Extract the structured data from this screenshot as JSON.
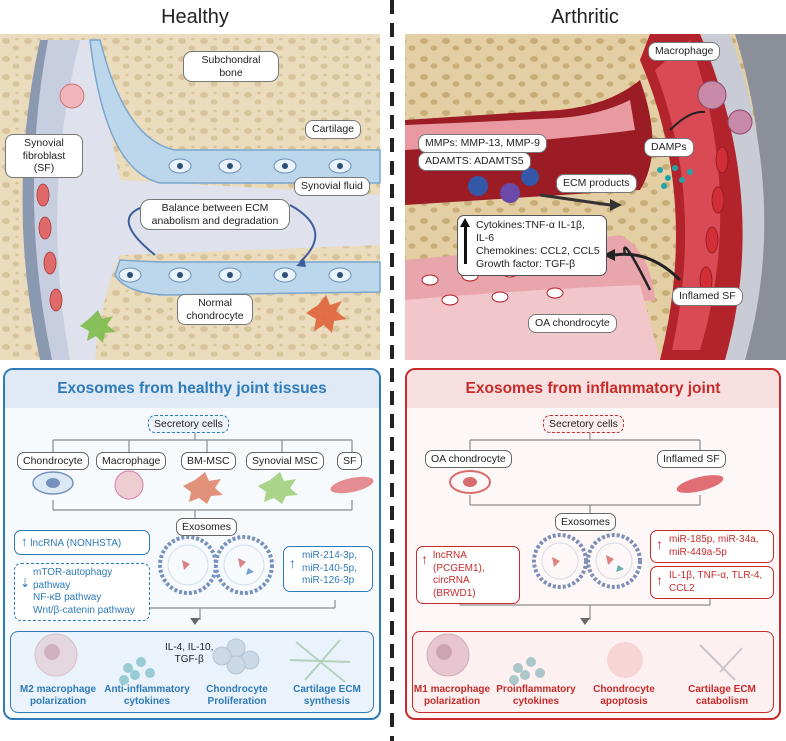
{
  "top": {
    "healthy_title": "Healthy",
    "arthritic_title": "Arthritic",
    "healthy_labels": {
      "subchondral": "Subchondral bone",
      "cartilage": "Cartilage",
      "synovial_fluid": "Synovial fluid",
      "sf": "Synovial fibroblast (SF)",
      "balance": "Balance between ECM anabolism and degradation",
      "normal_chondrocyte": "Normal chondrocyte"
    },
    "arthritic_labels": {
      "macrophage": "Macrophage",
      "mmps": "MMPs: MMP-13, MMP-9",
      "adamts": "ADAMTS: ADAMTS5",
      "damps": "DAMPs",
      "ecm_products": "ECM products",
      "cytokines": "Cytokines:TNF-α IL-1β, IL-6",
      "chemokines": "Chemokines: CCL2, CCL5",
      "growth": "Growth factor: TGF-β",
      "inflamed_sf": "Inflamed SF",
      "oa_chondrocyte": "OA chondrocyte"
    }
  },
  "healthy_panel": {
    "title": "Exosomes from healthy joint tissues",
    "secretory": "Secretory cells",
    "cells": [
      "Chondrocyte",
      "Macrophage",
      "BM-MSC",
      "Synovial MSC",
      "SF"
    ],
    "exosomes": "Exosomes",
    "lncrna": "lncRNA (NONHSTA)",
    "pathways": [
      "mTOR-autophagy pathway",
      "NF-κB pathway",
      "Wnt/β-catenin pathway"
    ],
    "mirnas": [
      "miR-214-3p,",
      "miR-140-5p,",
      "miR-126-3p"
    ],
    "effects": [
      "M2 macrophage polarization",
      "Anti-inflammatory cytokines",
      "Chondrocyte Proliferation",
      "Cartilage ECM synthesis"
    ],
    "cytokine_list": [
      "IL-4, IL-10,",
      "TGF-β"
    ]
  },
  "inflam_panel": {
    "title": "Exosomes from inflammatory joint",
    "secretory": "Secretory cells",
    "cells": [
      "OA chondrocyte",
      "Inflamed SF"
    ],
    "exosomes": "Exosomes",
    "rna": [
      "lncRNA (PCGEM1),",
      "circRNA (BRWD1)"
    ],
    "mirnas": [
      "miR-185p, miR-34a,",
      "miR-449a-5p"
    ],
    "inflam": [
      "IL-1β, TNF-α, TLR-4,",
      "CCL2"
    ],
    "effects": [
      "M1 macrophage polarization",
      "Proinflammatory cytokines",
      "Chondrocyte apoptosis",
      "Cartilage ECM catabolism"
    ]
  },
  "colors": {
    "healthy_accent": "#2f7ab8",
    "inflam_accent": "#c72b2b",
    "bone": "#e9dcc0",
    "synovial": "#c8d4e6",
    "inflamed": "#b3232b"
  }
}
